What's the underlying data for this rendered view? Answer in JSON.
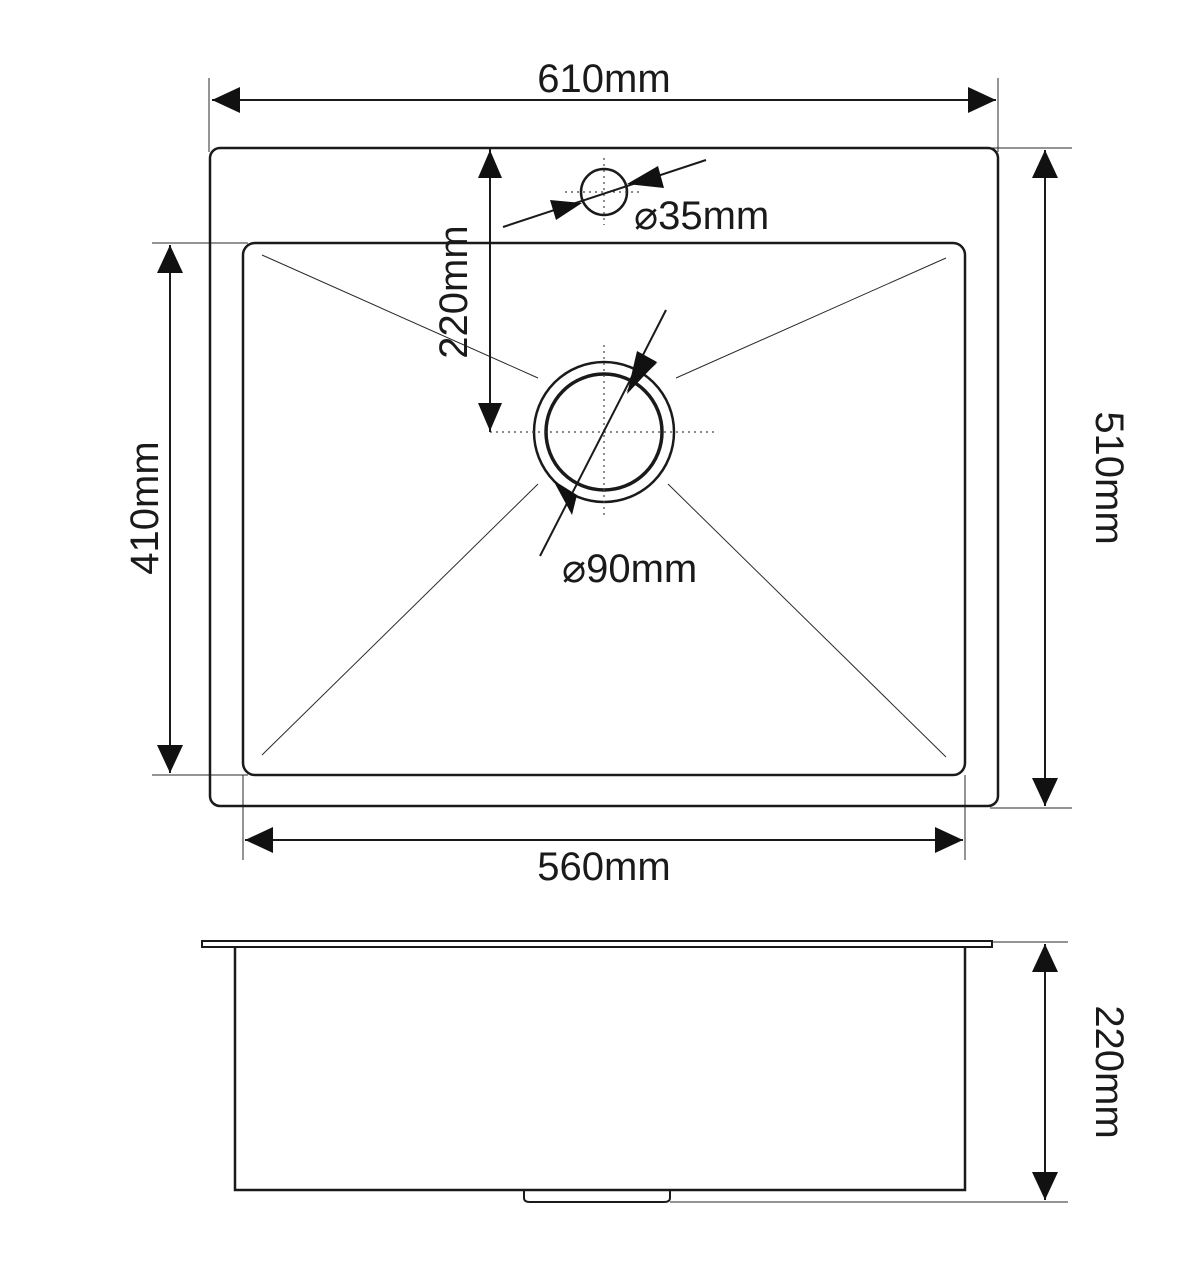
{
  "top_view": {
    "overall_width": "610mm",
    "overall_depth": "510mm",
    "bowl_width": "560mm",
    "bowl_depth": "410mm",
    "tap_hole_offset": "220mm",
    "tap_hole_diameter": "⌀35mm",
    "drain_diameter": "⌀90mm"
  },
  "side_view": {
    "bowl_height": "220mm"
  }
}
